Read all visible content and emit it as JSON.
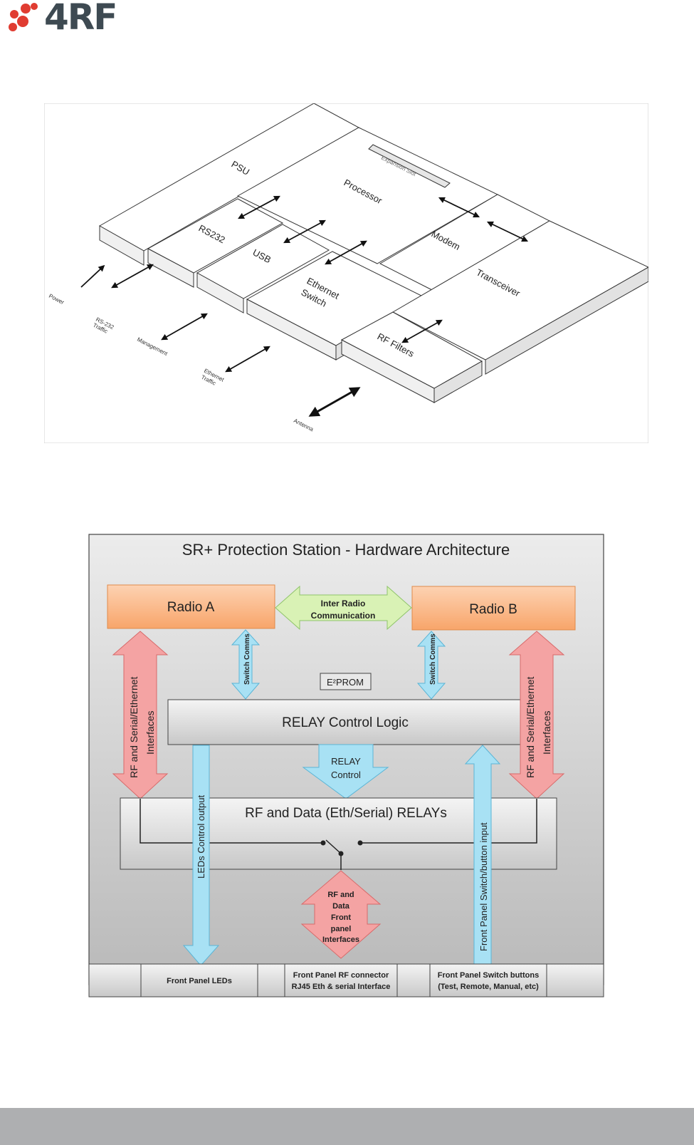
{
  "brand": {
    "logo_text": "4RF",
    "dot_color": "#e03c31",
    "text_color": "#3e4a52"
  },
  "iso_diagram": {
    "blocks": {
      "psu": "PSU",
      "expansion_slot": "Expansion Slot",
      "processor": "Processor",
      "rs232": "RS232",
      "usb": "USB",
      "ethernet_switch_l1": "Ethernet",
      "ethernet_switch_l2": "Switch",
      "modem": "Modem",
      "transceiver": "Transceiver",
      "rf_filters": "RF Filters"
    },
    "labels": {
      "power": "Power",
      "rs232_traffic_l1": "RS-232",
      "rs232_traffic_l2": "Traffic",
      "management": "Management",
      "ethernet_traffic_l1": "Ethernet",
      "ethernet_traffic_l2": "Traffic",
      "antenna": "Antenna"
    }
  },
  "architecture": {
    "title": "SR+ Protection Station - Hardware Architecture",
    "radio_a": "Radio A",
    "radio_b": "Radio B",
    "inter_radio_l1": "Inter Radio",
    "inter_radio_l2": "Communication",
    "switch_comms_left": "Switch Comms",
    "switch_comms_right": "Switch Comms",
    "eeprom": "E²PROM",
    "relay_control_logic": "RELAY Control Logic",
    "relay_control_l1": "RELAY",
    "relay_control_l2": "Control",
    "rf_serial_left_l1": "RF and Serial/Ethernet",
    "rf_serial_left_l2": "Interfaces",
    "rf_serial_right_l1": "RF and Serial/Ethernet",
    "rf_serial_right_l2": "Interfaces",
    "relays": "RF and Data (Eth/Serial) RELAYs",
    "leds_control_output": "LEDs Control output",
    "front_panel_switch_input": "Front Panel Switch/button input",
    "rf_data_front_l1": "RF and",
    "rf_data_front_l2": "Data",
    "rf_data_front_l3": "Front",
    "rf_data_front_l4": "panel",
    "rf_data_front_l5": "Interfaces",
    "front_panel_leds": "Front Panel LEDs",
    "front_panel_rf_l1": "Front Panel RF connector",
    "front_panel_rf_l2": "RJ45 Eth & serial Interface",
    "front_panel_switch_l1": "Front Panel Switch buttons",
    "front_panel_switch_l2": "(Test, Remote, Manual, etc)",
    "colors": {
      "radio_fill": "#fbb98a",
      "inter_radio_fill": "#d9f2b5",
      "blue_arrow": "#a8e1f4",
      "red_arrow": "#f4a3a3"
    }
  }
}
